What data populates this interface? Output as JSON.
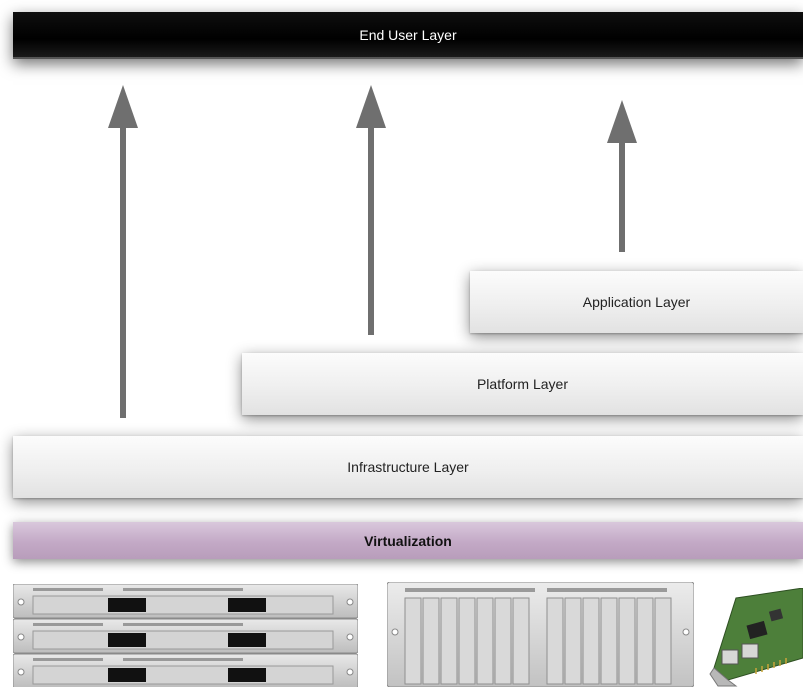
{
  "layers": {
    "end_user": "End User Layer",
    "application": "Application Layer",
    "platform": "Platform Layer",
    "infrastructure": "Infrastructure Layer",
    "virtualization": "Virtualization"
  },
  "hardware": [
    "rack-servers-icon",
    "storage-array-icon",
    "network-card-icon"
  ],
  "colors": {
    "end_user_bg": "#000000",
    "layer_bg": "#eeeeee",
    "virtualization_bg": "#c3a9c6",
    "arrow": "#6f6f6f"
  }
}
